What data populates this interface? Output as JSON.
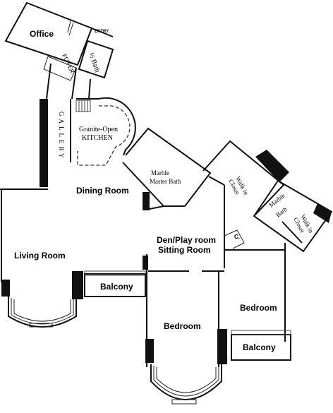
{
  "rooms": {
    "office": "Office",
    "entry": "ENTRY",
    "foyer": "FOYER",
    "half_bath": "½ Bath",
    "gallery": "GALLERY",
    "kitchen_line1": "Granite-Open",
    "kitchen_line2": "KITCHEN",
    "master_bath_line1": "Marble",
    "master_bath_line2": "Master Bath",
    "walk_in_closet_1_line1": "Walk in",
    "walk_in_closet_1_line2": "Closet",
    "marble_bath_line1": "Marble",
    "marble_bath_line2": "Bath",
    "walk_in_closet_2_line1": "Walk in",
    "walk_in_closet_2_line2": "Closet",
    "dining_room": "Dining Room",
    "closet_g": "C.",
    "den_line1": "Den/Play room",
    "den_line2": "Sitting Room",
    "living_room": "Living Room",
    "balcony_left": "Balcony",
    "bedroom_center": "Bedroom",
    "bedroom_right": "Bedroom",
    "balcony_right": "Balcony"
  }
}
